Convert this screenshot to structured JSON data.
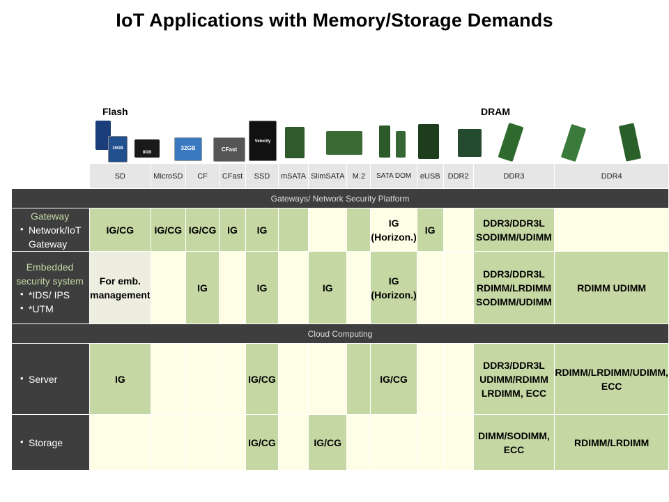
{
  "title": "IoT Applications with Memory/Storage Demands",
  "groups": {
    "flash": "Flash",
    "dram": "DRAM"
  },
  "products": {
    "sd": "16GB",
    "microsd": "8GB",
    "cf": "32GB",
    "cfast": "CFast",
    "ssd": "Velocity"
  },
  "columns": [
    "SD",
    "MicroSD",
    "CF",
    "CFast",
    "SSD",
    "mSATA",
    "SlimSATA",
    "M.2",
    "SATA DOM",
    "eUSB",
    "DDR2",
    "DDR3",
    "DDR4"
  ],
  "sections": {
    "gateways": "Gateways/ Network Security Platform",
    "cloud": "Cloud Computing"
  },
  "rows": {
    "gateway": {
      "category": "Gateway",
      "bullets": [
        "Network/IoT Gateway"
      ]
    },
    "embedded": {
      "category": "Embedded security system",
      "bullets": [
        "*IDS/ IPS",
        "*UTM"
      ]
    },
    "server": {
      "bullets": [
        "Server"
      ]
    },
    "storage": {
      "bullets": [
        "Storage"
      ]
    }
  },
  "cells": {
    "gateway": {
      "sd": "IG/CG",
      "microsd": "IG/CG",
      "cf": "IG/CG",
      "cfast": "IG",
      "ssd": "IG",
      "satadom": "IG (Horizon.)",
      "eusb": "IG",
      "ddr3": "DDR3/DDR3L SODIMM/UDIMM"
    },
    "embedded": {
      "sd": "For emb. management",
      "cf": "IG",
      "ssd": "IG",
      "slimsata": "IG",
      "satadom": "IG (Horizon.)",
      "ddr3": "DDR3/DDR3L RDIMM/LRDIMM SODIMM/UDIMM",
      "ddr4": "RDIMM UDIMM"
    },
    "server": {
      "sd": "IG",
      "ssd": "IG/CG",
      "satadom": "IG/CG",
      "ddr3": "DDR3/DDR3L UDIMM/RDIMM LRDIMM, ECC",
      "ddr4": "RDIMM/LRDIMM/UDIMM, ECC"
    },
    "storage": {
      "ssd": "IG/CG",
      "slimsata": "IG/CG",
      "ddr3": "DIMM/SODIMM, ECC",
      "ddr4": "RDIMM/LRDIMM"
    }
  },
  "colors": {
    "green": "#c5d8a4",
    "yellow": "#fefde6",
    "dark": "#3e3e3e",
    "header": "#e6e6e6"
  }
}
